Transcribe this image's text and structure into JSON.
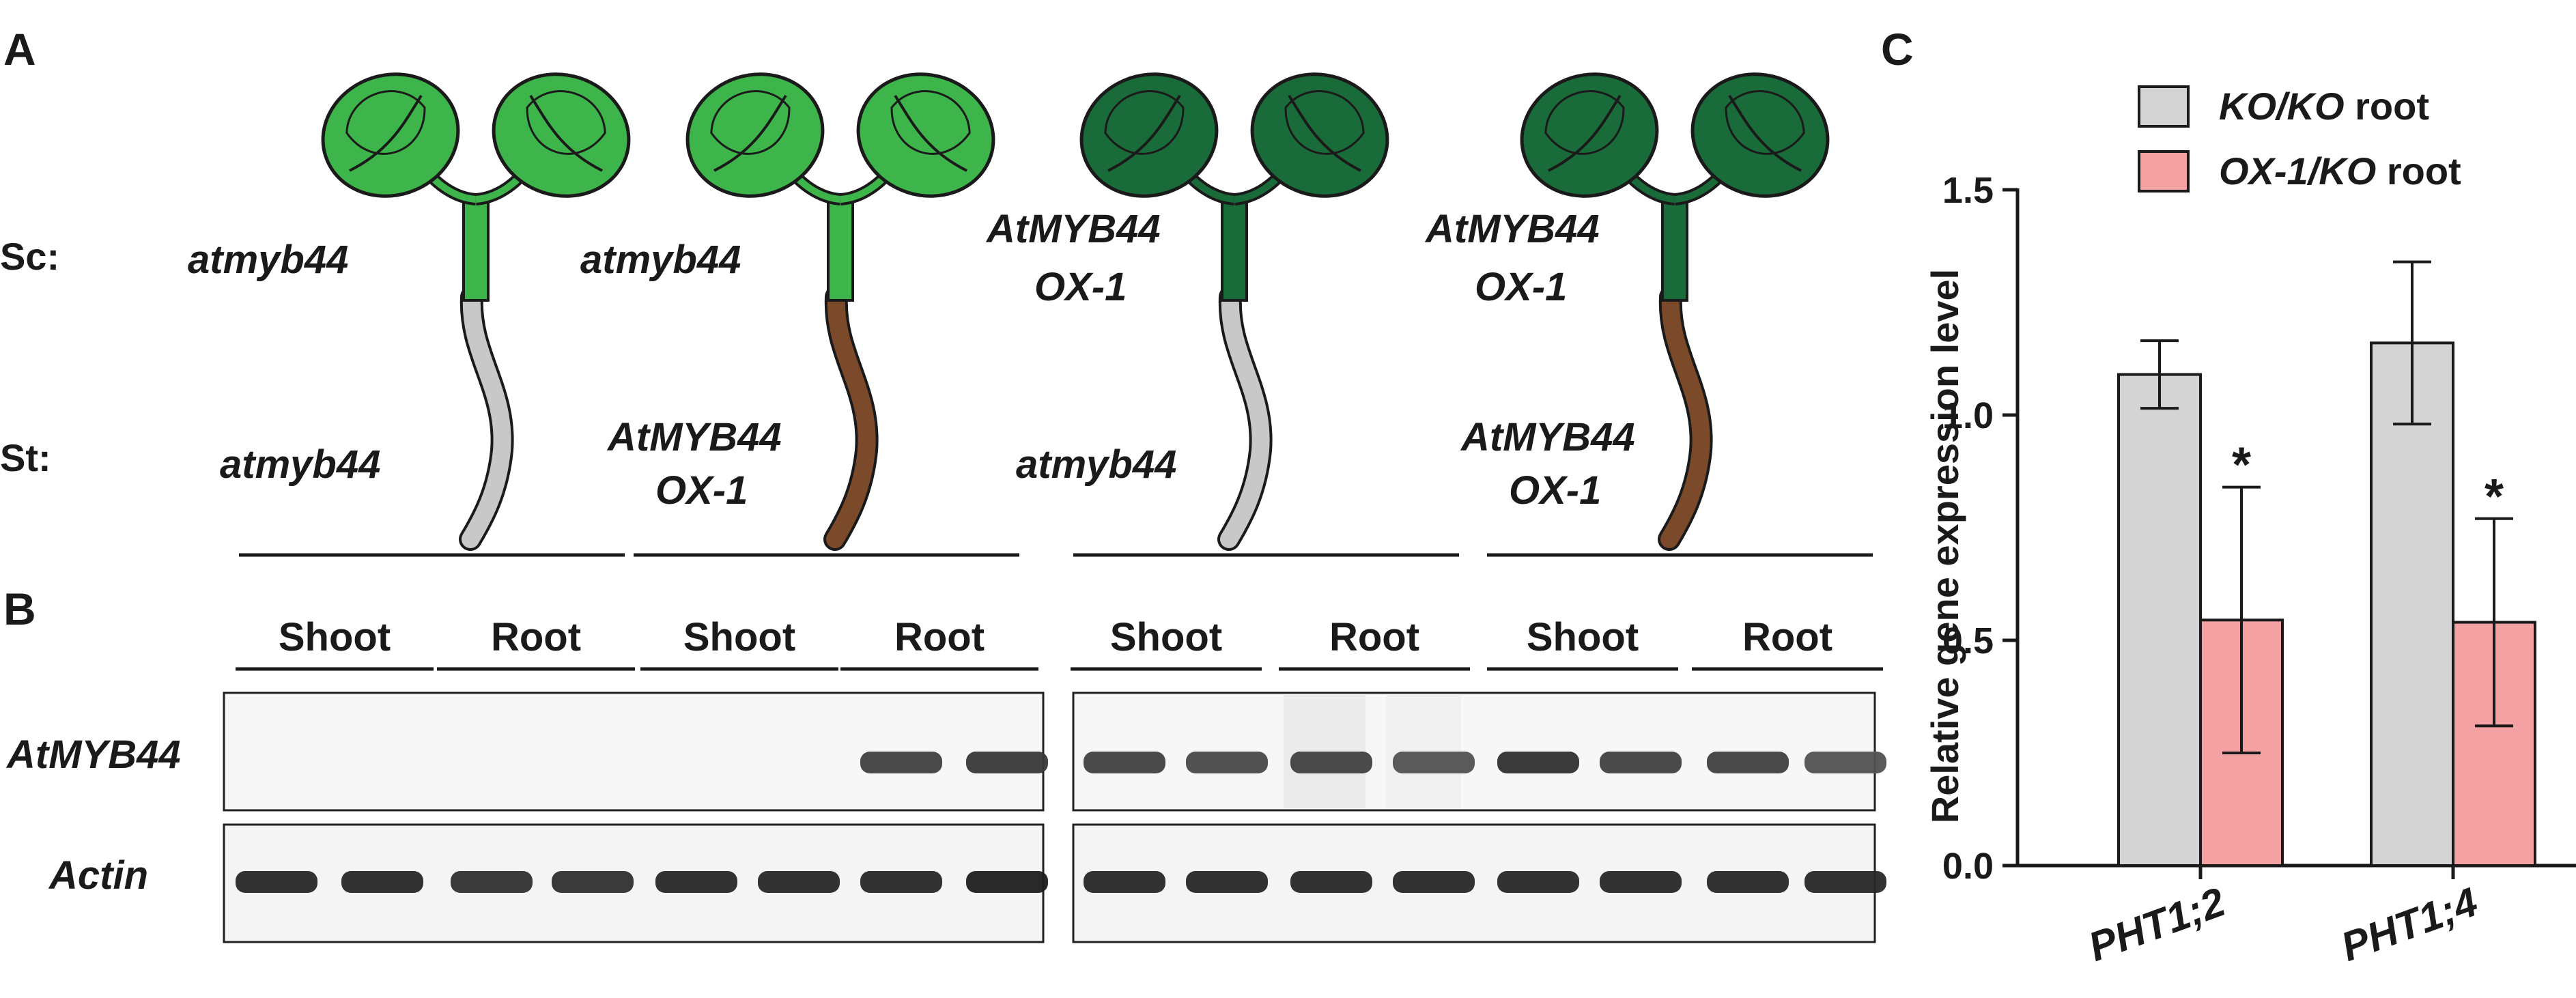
{
  "panels": {
    "a": "A",
    "b": "B",
    "c": "C"
  },
  "grafting": {
    "scion_label": "Sc:",
    "stock_label": "St:",
    "seedlings": [
      {
        "scion": [
          "atmyb44"
        ],
        "stock": [
          "atmyb44"
        ],
        "shoot_color": "#3db54a",
        "root_color": "#c8c8c8"
      },
      {
        "scion": [
          "atmyb44"
        ],
        "stock": [
          "AtMYB44",
          "OX-1"
        ],
        "shoot_color": "#3db54a",
        "root_color": "#7b4a2a"
      },
      {
        "scion": [
          "AtMYB44",
          "OX-1"
        ],
        "stock": [
          "atmyb44"
        ],
        "shoot_color": "#1a6b3a",
        "root_color": "#c8c8c8"
      },
      {
        "scion": [
          "AtMYB44",
          "OX-1"
        ],
        "stock": [
          "AtMYB44",
          "OX-1"
        ],
        "shoot_color": "#1a6b3a",
        "root_color": "#7b4a2a"
      }
    ]
  },
  "gel": {
    "tissue_labels": [
      "Shoot",
      "Root",
      "Shoot",
      "Root",
      "Shoot",
      "Root",
      "Shoot",
      "Root"
    ],
    "rows": [
      {
        "gene": "AtMYB44",
        "band_intensity": [
          0,
          0,
          0,
          0,
          0,
          0,
          0.8,
          0.85,
          0.8,
          0.75,
          0.8,
          0.7,
          0.9,
          0.8,
          0.8,
          0.7
        ]
      },
      {
        "gene": "Actin",
        "band_intensity": [
          0.95,
          0.95,
          0.9,
          0.9,
          0.95,
          0.95,
          0.95,
          1,
          0.95,
          0.95,
          0.95,
          0.95,
          0.95,
          0.95,
          0.95,
          0.95
        ]
      }
    ]
  },
  "chart_data": {
    "type": "bar",
    "categories": [
      "PHT1;2",
      "PHT1;4"
    ],
    "series": [
      {
        "name": "KO/KO root",
        "name_italic": "KO/KO",
        "name_rest": " root",
        "color": "#d4d4d4",
        "values": [
          1.09,
          1.16
        ],
        "errors": [
          0.075,
          0.18
        ]
      },
      {
        "name": "OX-1/KO root",
        "name_italic": "OX-1/KO",
        "name_rest": " root",
        "color": "#f4a1a3",
        "values": [
          0.545,
          0.54
        ],
        "errors": [
          0.295,
          0.23
        ]
      }
    ],
    "significance": [
      [
        "",
        "*"
      ],
      [
        "",
        "*"
      ]
    ],
    "ylabel": "Relative gene expression level",
    "yticks": [
      "0.0",
      "0.5",
      "1.0",
      "1.5"
    ],
    "ylim": [
      0,
      1.5
    ]
  }
}
